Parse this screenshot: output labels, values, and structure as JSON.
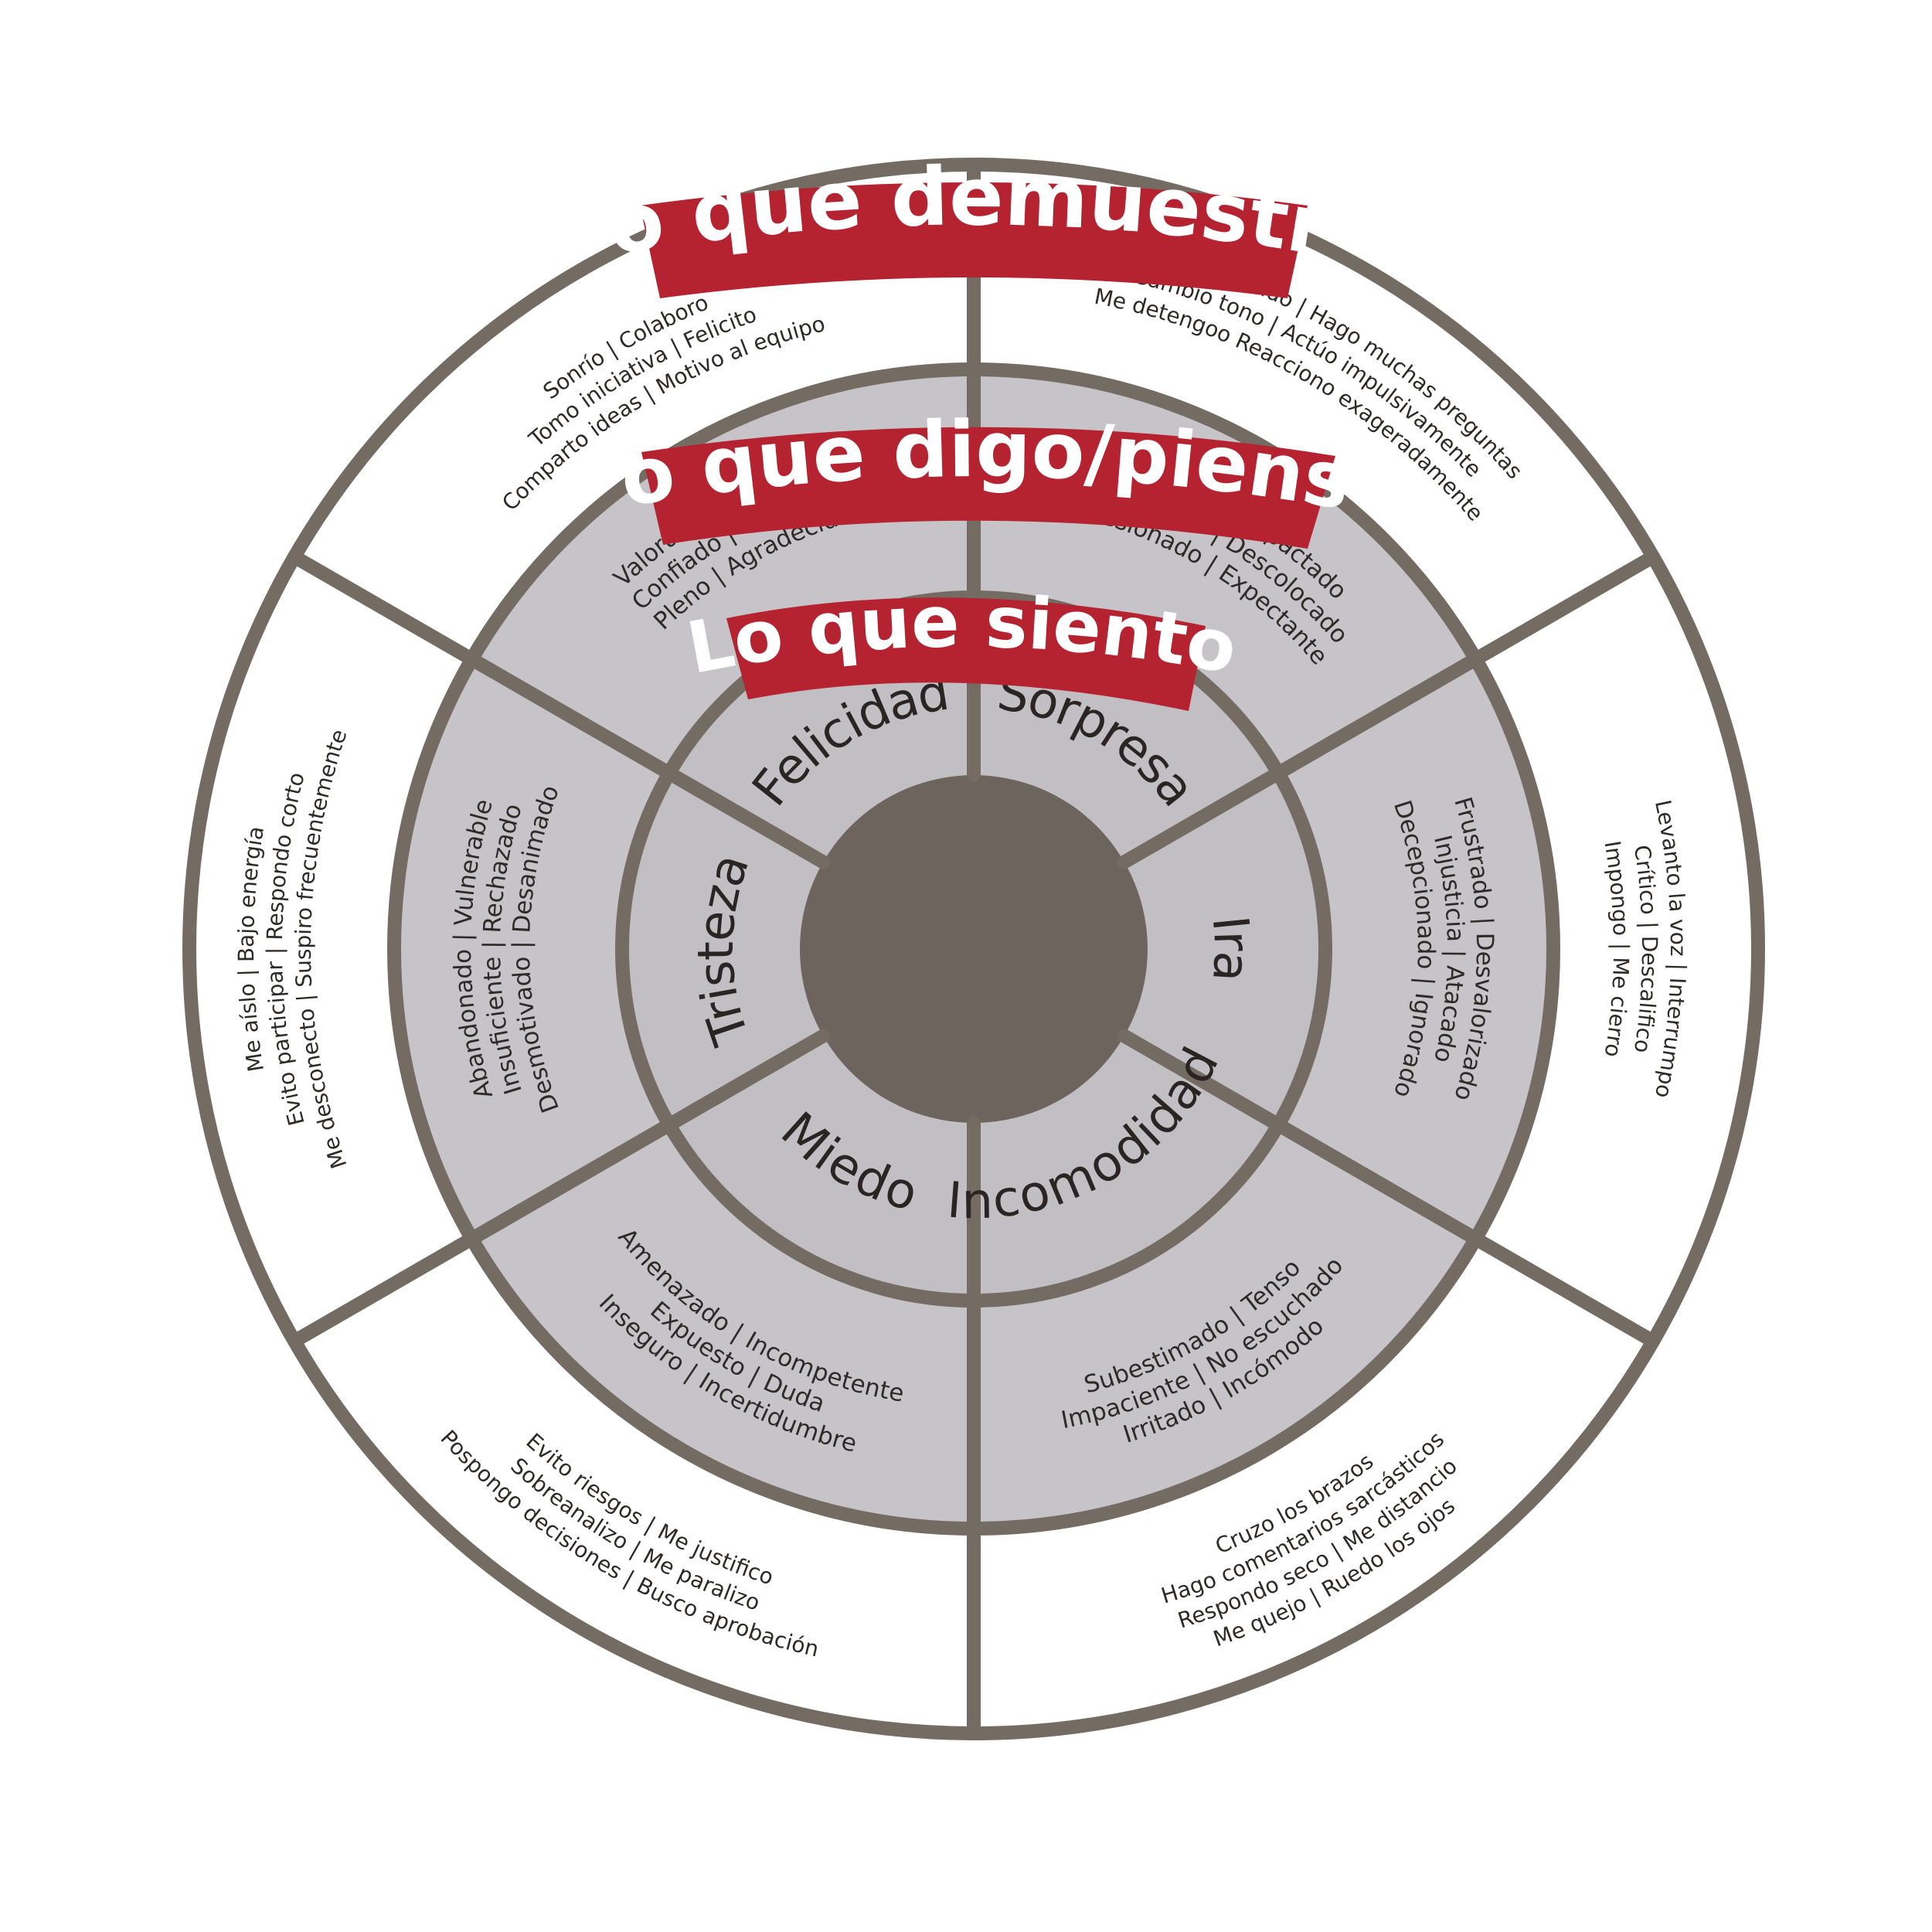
{
  "titles": {
    "outer": "Lo que demuestro",
    "middle": "Lo que digo/pienso",
    "inner": "Lo que siento"
  },
  "colors": {
    "frame": "#746b62",
    "hub": "#6d655d",
    "middle_fill": "#c7c4c9",
    "inner_fill": "#c2bfc4",
    "outer_fill": "#ffffff",
    "banner": "#b52230"
  },
  "sectors": [
    {
      "emotion": "Felicidad",
      "thinks": [
        "Valorad | Reconocido",
        "Confiado | Orgulloso",
        "Pleno | Agradecido"
      ],
      "shows": [
        "Sonrío | Colaboro",
        "Tomo iniciativa | Felicito",
        "Comparto ideas | Motivo al equipo"
      ]
    },
    {
      "emotion": "Sorpresa",
      "thinks": [
        "Confundido | Impactado",
        "Desorientado | Descolocado",
        "Impresionado | Expectante"
      ],
      "shows": [
        "Me quedo callado | Hago muchas preguntas",
        "Cambio tono | Actúo impulsivamente",
        "Me detengoo Reacciono exageradamente"
      ]
    },
    {
      "emotion": "Ira",
      "thinks": [
        "Frustrado | Desvalorizado",
        "Injusticia | Atacado",
        "Decepcionado | Ignorado"
      ],
      "shows": [
        "Levanto la voz | Interrumpo",
        "Crítico  | Descalifico",
        "Impongo | Me cierro"
      ]
    },
    {
      "emotion": "Incomodidad",
      "thinks": [
        "Irritado | Incómodo",
        "Impaciente | No escuchado",
        "Subestimado | Tenso"
      ],
      "shows": [
        "Me quejo | Ruedo los ojos",
        "Respondo seco | Me distancio",
        "Hago comentarios sarcásticos",
        "Cruzo los brazos"
      ]
    },
    {
      "emotion": "Miedo",
      "thinks": [
        "Inseguro | Incertidumbre",
        "Expuesto | Duda",
        "Amenazado | Incompetente"
      ],
      "shows": [
        "Pospongo decisiones | Busco aprobación",
        "Sobreanalizo | Me paralizo",
        "Evito riesgos | Me justifico"
      ]
    },
    {
      "emotion": "Tristeza",
      "thinks": [
        "Abandonado | Vulnerable",
        "Insuficiente | Rechazado",
        "Desmotivado | Desanimado"
      ],
      "shows": [
        "Me aíslo | Bajo energía",
        "Evito participar | Respondo corto",
        "Me desconecto |  Suspiro frecuentemente"
      ]
    }
  ]
}
